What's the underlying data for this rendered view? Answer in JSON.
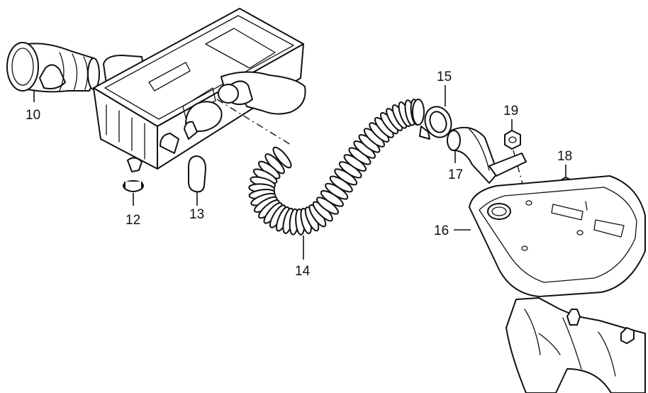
{
  "callouts": {
    "p10": "10",
    "p12": "12",
    "p13": "13",
    "p14": "14",
    "p15": "15",
    "p16": "16",
    "p17": "17",
    "p18": "18",
    "p19": "19"
  },
  "colors": {
    "line": "#111111",
    "background": "#ffffff"
  }
}
